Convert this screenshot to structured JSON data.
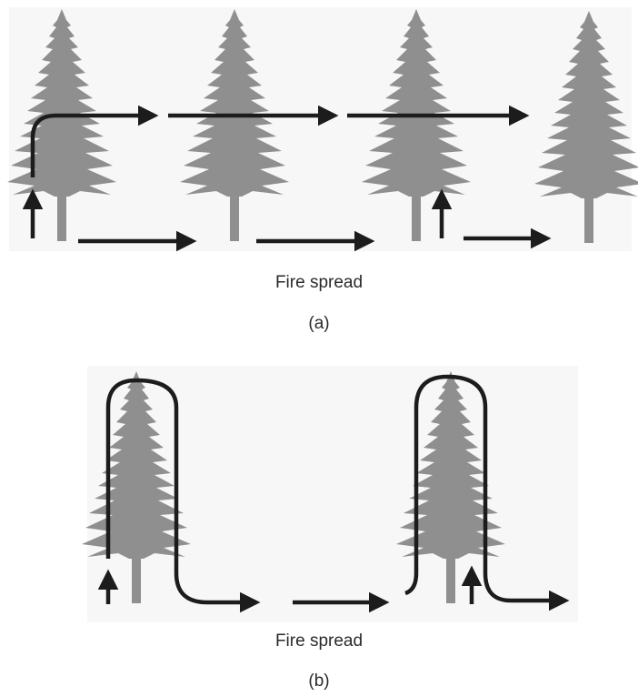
{
  "panel_a": {
    "caption": "Fire spread",
    "tag": "(a)"
  },
  "panel_b": {
    "caption": "Fire spread",
    "tag": "(b)"
  },
  "colors": {
    "tree": "#8f8f8f",
    "arrow": "#1c1c1c",
    "background": "#f7f7f7"
  }
}
